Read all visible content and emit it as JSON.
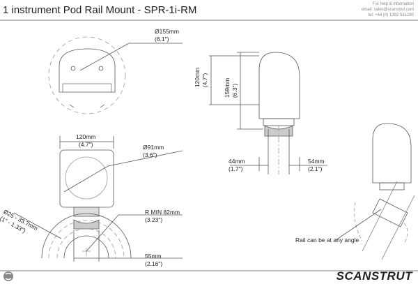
{
  "header": {
    "title": "1 instrument Pod Rail Mount - SPR-1i-RM",
    "help_line1": "For help & information",
    "help_line2": "email: sales@scanstrut.com",
    "help_line3": "tel:  +44 (0) 1392 531280"
  },
  "dimensions": {
    "top_dia": "Ø155mm",
    "top_dia_in": "(6.1\")",
    "height1": "120mm",
    "height1_in": "(4.7\")",
    "height2": "159mm",
    "height2_in": "(6.3\")",
    "left_offset": "44mm",
    "left_offset_in": "(1.7\")",
    "right_offset": "54mm",
    "right_offset_in": "(2.1\")",
    "width": "120mm",
    "width_in": "(4.7\")",
    "face_dia": "Ø91mm",
    "face_dia_in": "(3.6\")",
    "rail_dia": "Ø25 - 33.7mm",
    "rail_dia_in": "(1\" - 1.33\")",
    "rmin": "R MIN 82mm",
    "rmin_in": "(3.23\")",
    "base": "55mm",
    "base_in": "(2.16\")"
  },
  "notes": {
    "rail_angle": "Rail can be at any angle"
  },
  "footer": {
    "brand": "SCANSTRUT"
  }
}
